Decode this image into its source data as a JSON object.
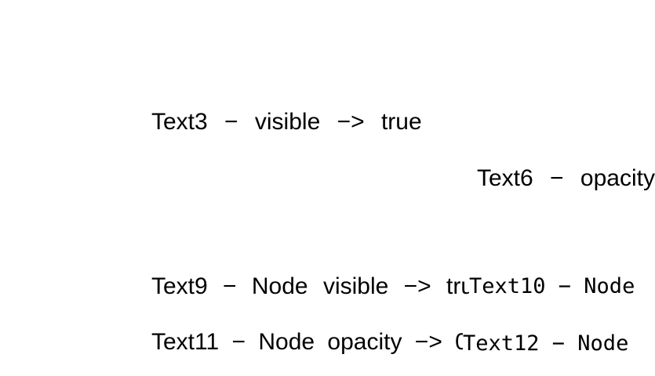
{
  "page": {
    "background_color": "#ffffff",
    "text_color": "#000000"
  },
  "texts": {
    "text3": "Text3 − visible −> true",
    "text6": "Text6 − opacity",
    "text9": "Text9 − Node visible −> true",
    "text10": "Text10 − Node",
    "text11": "Text11 − Node opacity −> 0",
    "text12": "Text12 − Node"
  }
}
